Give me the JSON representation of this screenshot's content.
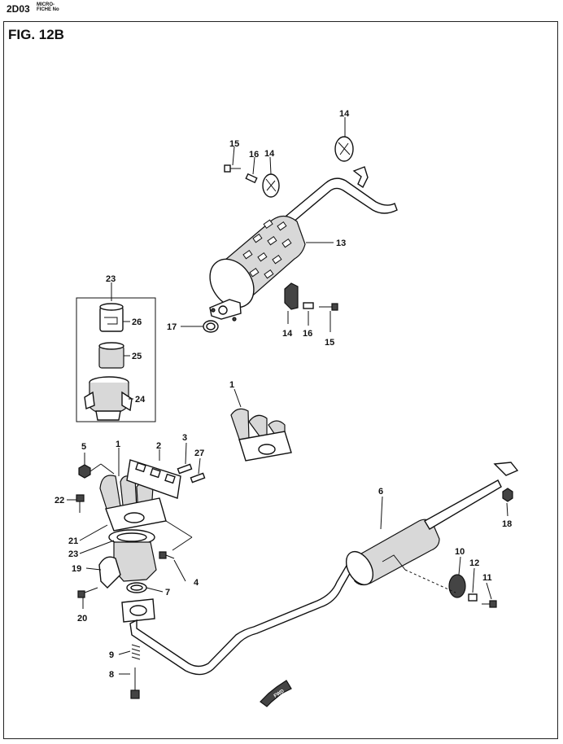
{
  "header": {
    "code": "2D03",
    "microfiche_line1": "MICRO-",
    "microfiche_line2": "FICHE No"
  },
  "figure": {
    "title": "FIG. 12B"
  },
  "callouts": {
    "c1a": "1",
    "c1b": "1",
    "c2": "2",
    "c3": "3",
    "c4": "4",
    "c5": "5",
    "c6": "6",
    "c7": "7",
    "c8": "8",
    "c9": "9",
    "c10": "10",
    "c11": "11",
    "c12": "12",
    "c13": "13",
    "c14a": "14",
    "c14b": "14",
    "c14c": "14",
    "c15a": "15",
    "c15b": "15",
    "c16a": "16",
    "c16b": "16",
    "c17": "17",
    "c18": "18",
    "c19": "19",
    "c20": "20",
    "c21": "21",
    "c22": "22",
    "c23a": "23",
    "c23b": "23",
    "c24": "24",
    "c25": "25",
    "c26": "26",
    "c27": "27"
  },
  "fwd_arrow_text": "FWD",
  "icons": [
    "fwd-arrow-icon"
  ]
}
